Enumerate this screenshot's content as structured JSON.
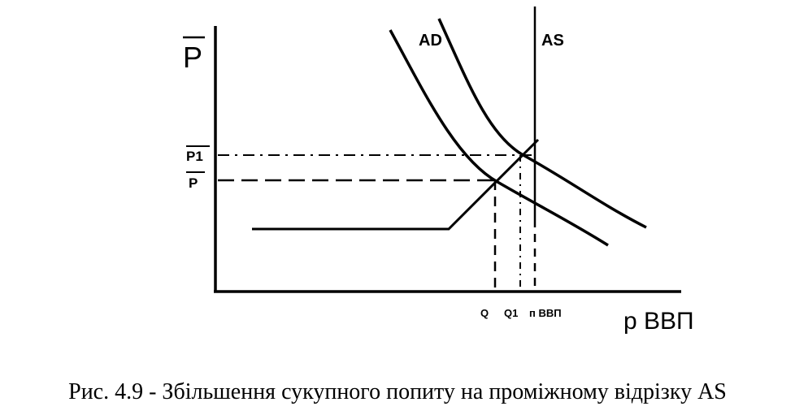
{
  "diagram": {
    "y_axis_label": "P",
    "x_axis_label": "р ВВП",
    "curves": {
      "ad": "AD",
      "as": "AS"
    },
    "price_levels": {
      "p1": "P1",
      "p": "P"
    },
    "quantities": {
      "q": "Q",
      "q1": "Q1",
      "potential": "п ВВП"
    }
  },
  "caption": "Рис. 4.9 - Збільшення сукупного попиту на проміжному відрізку AS"
}
